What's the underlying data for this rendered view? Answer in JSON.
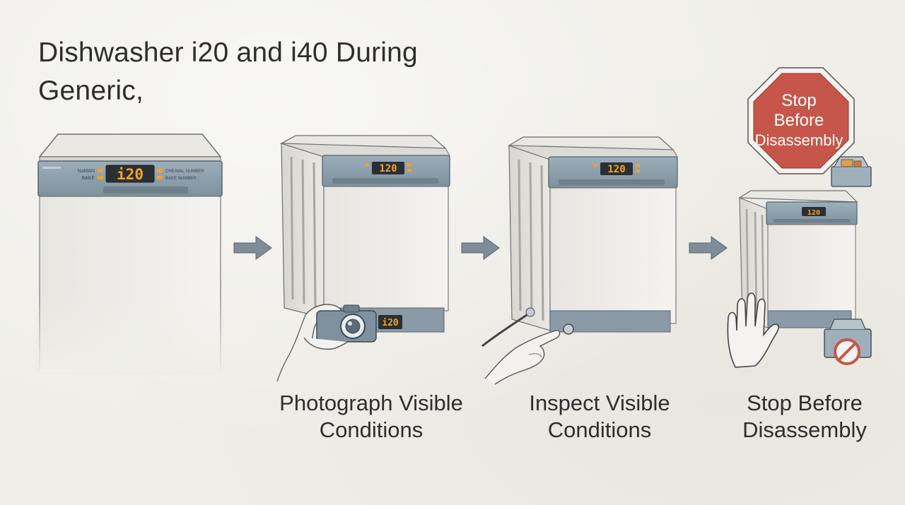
{
  "title": {
    "line1": "Dishwasher i20 and i40 During",
    "line2": "Generic,"
  },
  "displays": {
    "main": "i20",
    "small": "120",
    "bottom": "i20"
  },
  "panel_labels": {
    "left_top": "NaMAN",
    "left_bottom": "BAKE",
    "right_top": "CHEAVAL NUMBER",
    "right_bottom": "BAKE NUMBER"
  },
  "steps": [
    {
      "caption_line1": "Photograph Visible",
      "caption_line2": "Conditions"
    },
    {
      "caption_line1": "Inspect Visible",
      "caption_line2": "Conditions"
    },
    {
      "caption_line1": "Stop Before",
      "caption_line2": "Disassembly"
    }
  ],
  "stop_sign": {
    "line1": "Stop",
    "line2": "Before",
    "line3": "Disassembly"
  },
  "colors": {
    "panel_blue": "#8ea0ad",
    "lcd_amber": "#f3a227",
    "stop_red": "#c6564a",
    "arrow": "#7d8e99"
  },
  "icons": [
    "arrow-right-icon",
    "camera-icon",
    "pointing-hand-icon",
    "raised-hand-icon",
    "toolbox-icon",
    "no-tools-icon",
    "stop-sign-icon"
  ]
}
